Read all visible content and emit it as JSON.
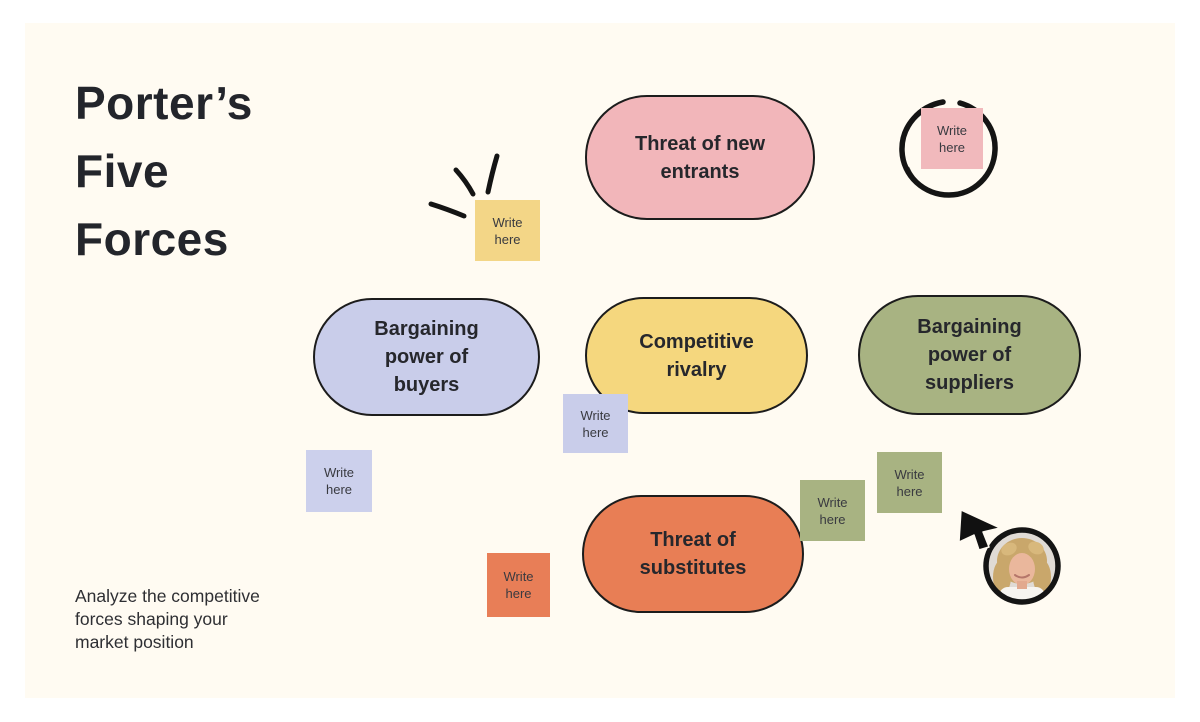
{
  "board": {
    "title": "Porter’s Five Forces",
    "subtitle": "Analyze the competitive forces shaping your market position",
    "canvas_background": "#FFFBF2",
    "page_background": "#FFFFFF",
    "stroke_color": "#1C1C1C",
    "title_color": "#23252B"
  },
  "pills": [
    {
      "id": "threat-new-entrants",
      "label": "Threat of new entrants",
      "color": "#F2B6BA"
    },
    {
      "id": "bargaining-buyers",
      "label": "Bargaining power of buyers",
      "color": "#C9CDEA"
    },
    {
      "id": "competitive-rivalry",
      "label": "Competitive rivalry",
      "color": "#F5D77E"
    },
    {
      "id": "bargaining-suppliers",
      "label": "Bargaining power of suppliers",
      "color": "#A8B382"
    },
    {
      "id": "threat-substitutes",
      "label": "Threat of substitutes",
      "color": "#E87E55"
    }
  ],
  "stickies": [
    {
      "id": "pink",
      "text": "Write here",
      "color": "#F1B9BC"
    },
    {
      "id": "yellow",
      "text": "Write here",
      "color": "#F3D687"
    },
    {
      "id": "lavender-1",
      "text": "Write here",
      "color": "#C9CDEA"
    },
    {
      "id": "lavender-2",
      "text": "Write here",
      "color": "#CCD0EC"
    },
    {
      "id": "green-1",
      "text": "Write here",
      "color": "#A8B382"
    },
    {
      "id": "green-2",
      "text": "Write here",
      "color": "#A8B382"
    },
    {
      "id": "orange",
      "text": "Write here",
      "color": "#E87E57"
    }
  ],
  "annotations": {
    "circle_scribble": "hand-drawn circle",
    "emphasis_strokes": "three emphasis dashes",
    "cursor": "collaborator cursor",
    "avatar": "collaborator avatar photo"
  }
}
